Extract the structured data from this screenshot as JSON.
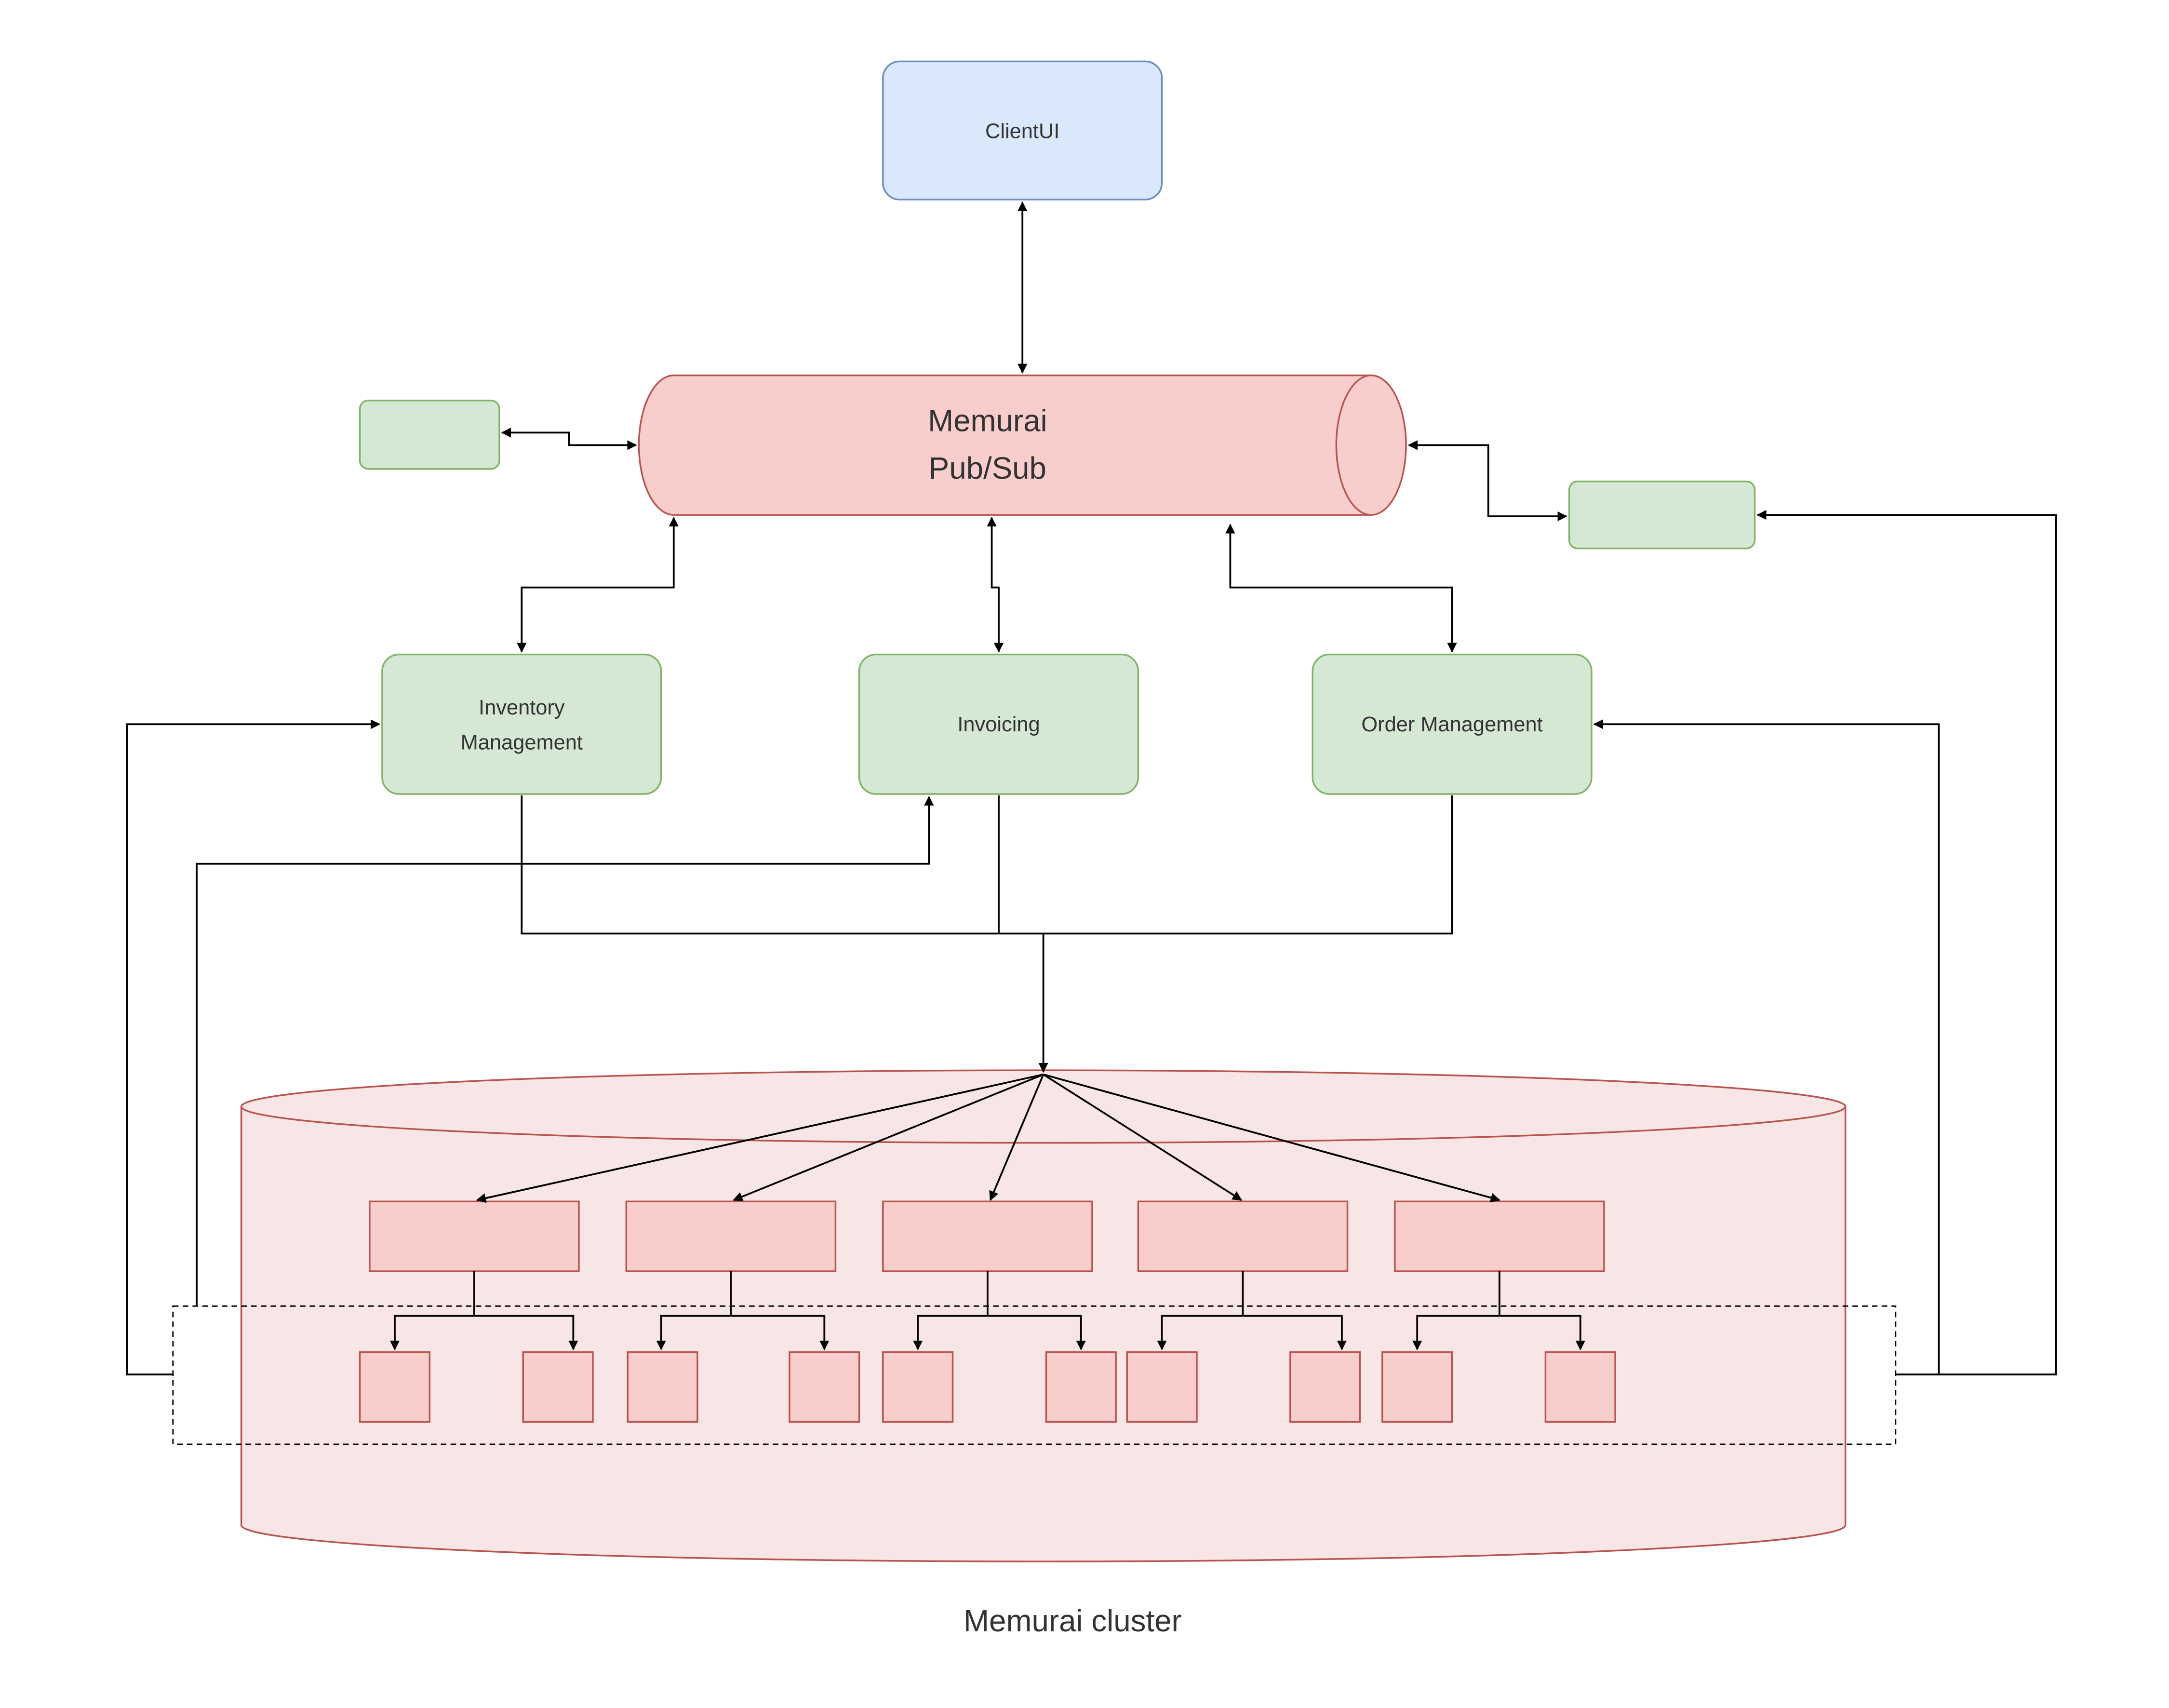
{
  "diagram": {
    "colors": {
      "client_fill": "#dae8fc",
      "client_stroke": "#6c8ebf",
      "service_fill": "#d5e8d4",
      "service_stroke": "#82b366",
      "pubsub_fill": "#f8cecc",
      "pubsub_stroke": "#b85450",
      "cluster_fill": "#f8e6e6",
      "node_fill": "#f8cecc",
      "node_stroke": "#b85450",
      "edge": "#000000",
      "text": "#333333"
    },
    "client": {
      "label": "ClientUI"
    },
    "pubsub": {
      "line1": "Memurai",
      "line2": "Pub/Sub"
    },
    "services": {
      "inventory": {
        "line1": "Inventory",
        "line2": "Management"
      },
      "invoicing": {
        "label": "Invoicing"
      },
      "order": {
        "label": "Order Management"
      }
    },
    "cluster": {
      "label": "Memurai cluster"
    },
    "unlabeled_boxes": [
      "upper-left service box",
      "right service box"
    ],
    "primary_nodes": 5,
    "replica_nodes_per_primary": 2
  }
}
